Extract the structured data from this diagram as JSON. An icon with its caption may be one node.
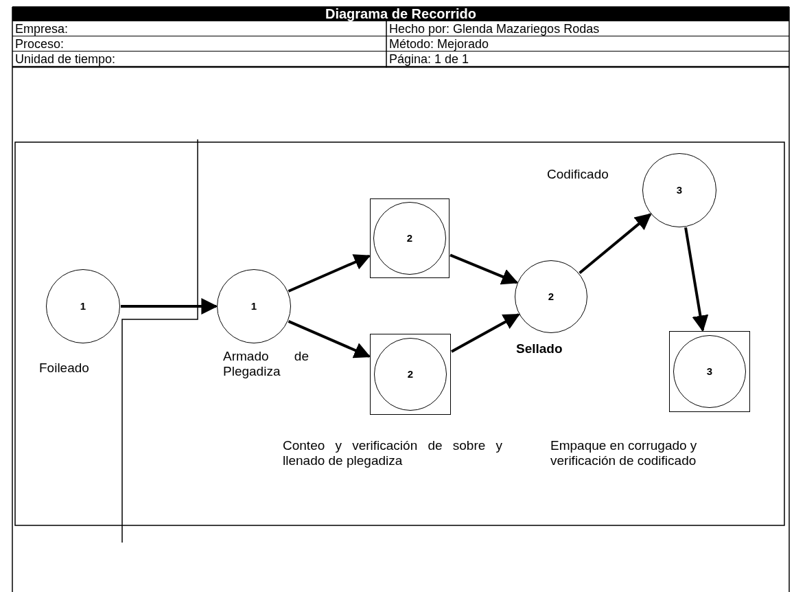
{
  "diagram": {
    "title": "Diagrama de Recorrido",
    "nodes": [
      {
        "text": [
          "1"
        ],
        "beside": [
          "Foileado"
        ]
      },
      {
        "text": [
          "1"
        ],
        "beside": [
          "Armado de Plegadiza"
        ]
      },
      {
        "text": [
          "2"
        ]
      },
      {
        "text": [
          "2"
        ],
        "beside": [
          "Conteo y verificación de sobre y llenado de plegadiza"
        ]
      },
      {
        "text": [
          "2"
        ],
        "beside": [
          "Sellado"
        ]
      },
      {
        "text": [
          "3"
        ],
        "beside": [
          "Codificado"
        ]
      },
      {
        "text": [
          "3"
        ],
        "beside": [
          "Empaque en corrugado y verificación de codificado"
        ]
      }
    ],
    "edges": [
      {
        "from": 0,
        "to": 1,
        "arrow": "to"
      },
      {
        "from": 1,
        "to": 2,
        "arrow": "to"
      },
      {
        "from": 1,
        "to": 3,
        "arrow": "to"
      },
      {
        "from": 2,
        "to": 4,
        "arrow": "to"
      },
      {
        "from": 3,
        "to": 4,
        "arrow": "to"
      },
      {
        "from": 4,
        "to": 5,
        "arrow": "to"
      },
      {
        "from": 5,
        "to": 6,
        "arrow": "to"
      }
    ],
    "labels": [
      "Empresa:",
      "Hecho por: Glenda Mazariegos Rodas",
      "Proceso:",
      "Método:  Mejorado",
      "Unidad de tiempo:",
      "Página: 1 de 1"
    ]
  }
}
